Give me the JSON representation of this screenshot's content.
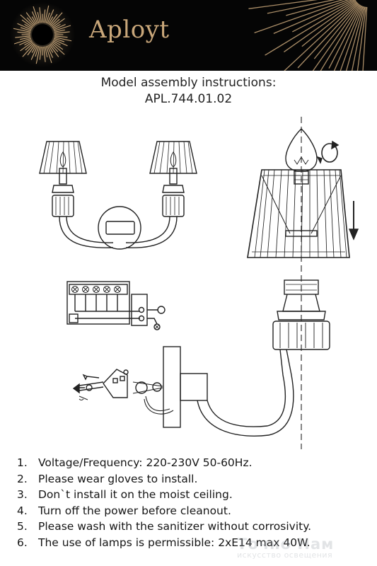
{
  "header": {
    "brand": "Aployt",
    "colors": {
      "background": "#050505",
      "accent": "#c9a77a"
    }
  },
  "title": {
    "line1": "Model assembly instructions:",
    "line2": "APL.744.01.02"
  },
  "instructions": [
    {
      "num": "1.",
      "text": "Voltage/Frequency: 220-230V 50-60Hz."
    },
    {
      "num": "2.",
      "text": "Please wear gloves to install."
    },
    {
      "num": "3.",
      "text": "Don`t install it on the moist ceiling."
    },
    {
      "num": "4.",
      "text": "Turn off the power before cleanout."
    },
    {
      "num": "5.",
      "text": "Please wash with the sanitizer without corrosivity."
    },
    {
      "num": "6.",
      "text": "The use of lamps is permissible: 2xE14 max 40W."
    }
  ],
  "watermark": {
    "title": "Точно Нам",
    "subtitle": "искусство освещения"
  }
}
